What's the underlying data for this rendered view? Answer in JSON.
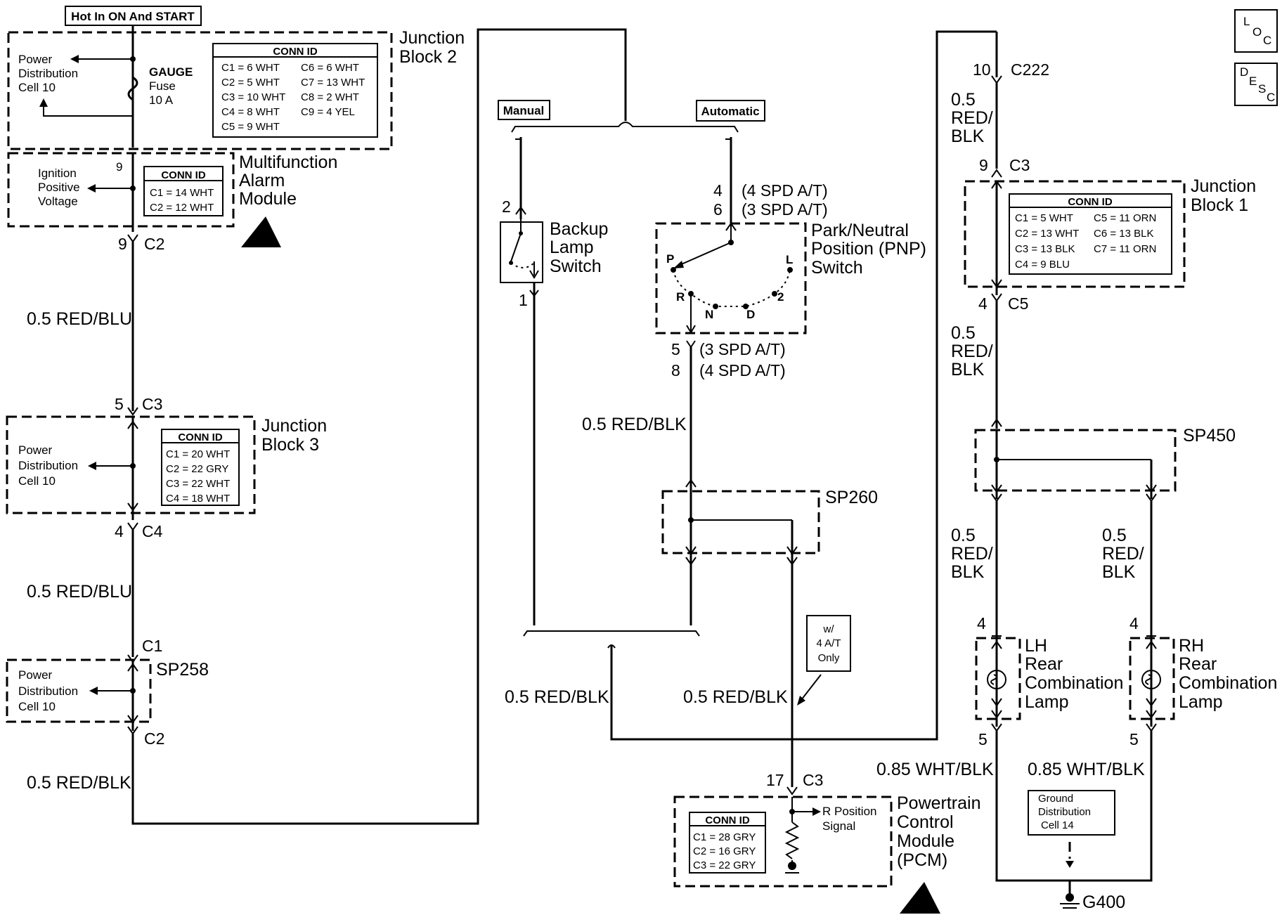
{
  "diagram": {
    "top_label": "Hot In ON And START",
    "junction_block_2": {
      "name_line1": "Junction",
      "name_line2": "Block 2",
      "power_dist": [
        "Power",
        "Distribution",
        "Cell 10"
      ],
      "fuse_label": [
        "GAUGE",
        "Fuse",
        "10 A"
      ],
      "conn_title": "CONN ID",
      "conn_rows": [
        [
          "C1 = 6 WHT",
          "C6 = 6 WHT"
        ],
        [
          "C2 = 5 WHT",
          "C7 = 13 WHT"
        ],
        [
          "C3 = 10 WHT",
          "C8 = 2 WHT"
        ],
        [
          "C4 = 8 WHT",
          "C9 = 4 YEL"
        ],
        [
          "C5 = 9 WHT",
          ""
        ]
      ]
    },
    "multifunction_alarm": {
      "name_lines": [
        "Multifunction",
        "Alarm",
        "Module"
      ],
      "ignition": [
        "Ignition",
        "Positive",
        "Voltage"
      ],
      "pin": "9",
      "conn_title": "CONN ID",
      "conn_rows": [
        "C1 = 14 WHT",
        "C2 = 12 WHT"
      ],
      "out_pin": "9",
      "out_conn": "C2"
    },
    "wire_red_blu_1": "0.5 RED/BLU",
    "junction_block_3": {
      "in_pin": "5",
      "in_conn": "C3",
      "name_line1": "Junction",
      "name_line2": "Block 3",
      "power_dist": [
        "Power",
        "Distribution",
        "Cell 10"
      ],
      "conn_title": "CONN ID",
      "conn_rows": [
        "C1 = 20 WHT",
        "C2 = 22 GRY",
        "C3 = 22 WHT",
        "C4 = 18 WHT"
      ],
      "out_pin": "4",
      "out_conn": "C4"
    },
    "wire_red_blu_2": "0.5 RED/BLU",
    "sp258": {
      "in_conn": "C1",
      "name": "SP258",
      "power_dist": [
        "Power",
        "Distribution",
        "Cell 10"
      ],
      "out_conn": "C2"
    },
    "wire_red_blk_left": "0.5 RED/BLK",
    "options": {
      "manual": "Manual",
      "automatic": "Automatic"
    },
    "backup_switch": {
      "pin_top": "2",
      "pin_bottom": "1",
      "name_lines": [
        "Backup",
        "Lamp",
        "Switch"
      ]
    },
    "pnp_switch": {
      "pin_top_1": "4",
      "pin_top_1_note": "(4 SPD A/T)",
      "pin_top_2": "6",
      "pin_top_2_note": "(3 SPD A/T)",
      "name_lines": [
        "Park/Neutral",
        "Position (PNP)",
        "Switch"
      ],
      "positions": [
        "P",
        "L",
        "R",
        "N",
        "D",
        "2"
      ],
      "pin_bot_1": "5",
      "pin_bot_1_note": "(3 SPD A/T)",
      "pin_bot_2": "8",
      "pin_bot_2_note": "(4 SPD A/T)"
    },
    "wire_red_blk_mid": "0.5 RED/BLK",
    "sp260": "SP260",
    "w4at_note": [
      "w/",
      "4 A/T",
      "Only"
    ],
    "wire_red_blk_lower_left": "0.5 RED/BLK",
    "wire_red_blk_lower_mid": "0.5 RED/BLK",
    "pcm": {
      "pin": "17",
      "conn": "C3",
      "name_lines": [
        "Powertrain",
        "Control",
        "Module",
        "(PCM)"
      ],
      "conn_title": "CONN ID",
      "conn_rows": [
        "C1 = 28 GRY",
        "C2 = 16 GRY",
        "C3 = 22 GRY"
      ],
      "signal": [
        "R Position",
        "Signal"
      ]
    },
    "c222": {
      "pin": "10",
      "conn": "C222"
    },
    "wire_c222": [
      "0.5",
      "RED/",
      "BLK"
    ],
    "junction_block_1": {
      "in_pin": "9",
      "in_conn": "C3",
      "name_line1": "Junction",
      "name_line2": "Block 1",
      "conn_title": "CONN ID",
      "conn_rows": [
        [
          "C1 = 5 WHT",
          "C5 = 11 ORN"
        ],
        [
          "C2 = 13 WHT",
          "C6 = 13 BLK"
        ],
        [
          "C3 = 13 BLK",
          "C7 = 11 ORN"
        ],
        [
          "C4 = 9 BLU",
          ""
        ]
      ],
      "out_pin": "4",
      "out_conn": "C5"
    },
    "wire_jb1": [
      "0.5",
      "RED/",
      "BLK"
    ],
    "sp450": "SP450",
    "wire_lh": [
      "0.5",
      "RED/",
      "BLK"
    ],
    "wire_rh": [
      "0.5",
      "RED/",
      "BLK"
    ],
    "lh_lamp": {
      "pin_top": "4",
      "pin_bot": "5",
      "name_lines": [
        "LH",
        "Rear",
        "Combination",
        "Lamp"
      ]
    },
    "rh_lamp": {
      "pin_top": "4",
      "pin_bot": "5",
      "name_lines": [
        "RH",
        "Rear",
        "Combination",
        "Lamp"
      ]
    },
    "wire_wht_blk_left": "0.85 WHT/BLK",
    "wire_wht_blk_right": "0.85 WHT/BLK",
    "ground_dist": [
      "Ground",
      "Distribution",
      "Cell 14"
    ],
    "ground": "G400",
    "loc_icon": [
      "L",
      "O",
      "C"
    ],
    "desc_icon": [
      "D",
      "E",
      "S",
      "C"
    ]
  }
}
